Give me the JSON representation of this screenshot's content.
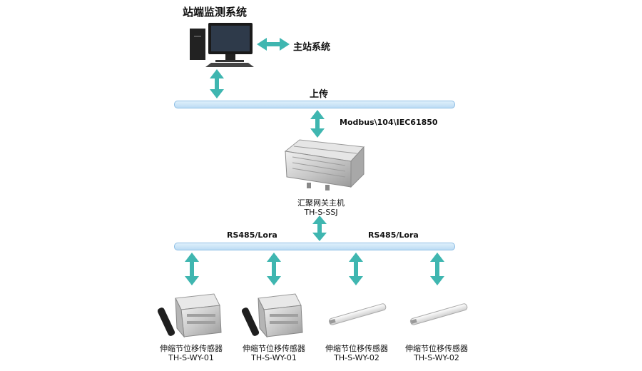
{
  "station_system": {
    "title": "站端监测系统"
  },
  "master_system": {
    "label": "主站系统"
  },
  "upload_bus": {
    "label": "上传"
  },
  "protocol": {
    "label": "Modbus\\104\\IEC61850"
  },
  "gateway": {
    "name": "汇聚网关主机",
    "model": "TH-S-SSJ"
  },
  "field_bus": {
    "label_left": "RS485/Lora",
    "label_right": "RS485/Lora"
  },
  "sensors": [
    {
      "name": "伸缩节位移传感器",
      "model": "TH-S-WY-01"
    },
    {
      "name": "伸缩节位移传感器",
      "model": "TH-S-WY-01"
    },
    {
      "name": "伸缩节位移传感器",
      "model": "TH-S-WY-02"
    },
    {
      "name": "伸缩节位移传感器",
      "model": "TH-S-WY-02"
    }
  ],
  "colors": {
    "arrow": "#3fb6b0",
    "bus": "#bcdcf4",
    "bus_border": "#8fbfe6"
  }
}
